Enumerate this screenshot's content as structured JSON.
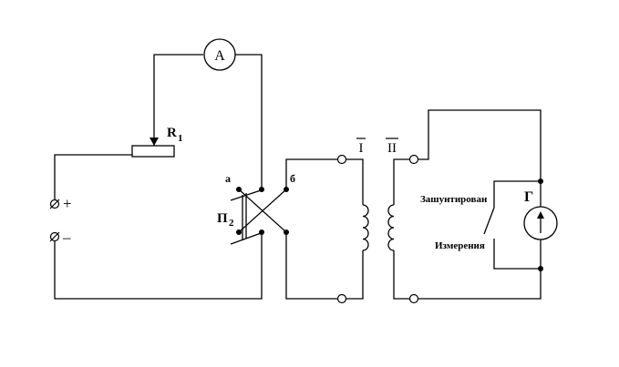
{
  "labels": {
    "ammeter": "A",
    "rheostat": "R",
    "rheostat_sub": "1",
    "plus": "+",
    "minus": "–",
    "switch": "П",
    "switch_sub": "2",
    "contact_a": "а",
    "contact_b": "б",
    "winding_1": "I",
    "winding_2": "II",
    "galvanometer": "Г",
    "shunted": "Зашунтирован",
    "measure": "Измерения"
  }
}
